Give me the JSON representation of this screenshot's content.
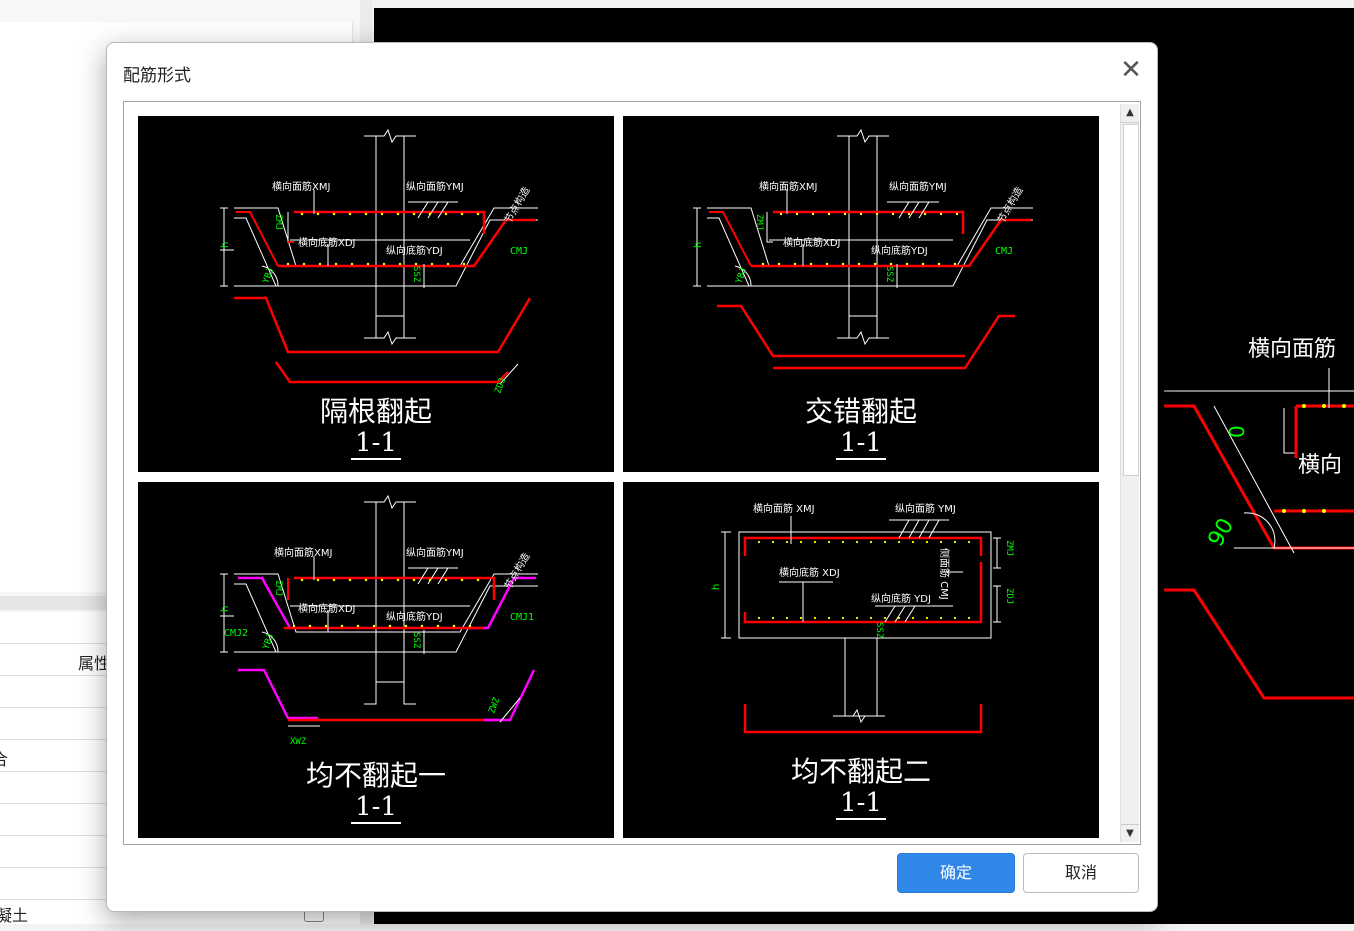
{
  "background": {
    "left_panel": {
      "col_header": "属性",
      "row_texts": [
        "合",
        "凝土"
      ]
    },
    "cad_canvas": {
      "labels": [
        "横向面筋",
        "横向",
        "0",
        "90"
      ]
    }
  },
  "dialog": {
    "title": "配筋形式",
    "options": [
      {
        "name": "隔根翻起",
        "section": "1-1",
        "labels": {
          "top_h": "横向面筋XMJ",
          "top_v": "纵向面筋YMJ",
          "bot_h": "横向底筋XDJ",
          "bot_v": "纵向底筋YDJ",
          "slope": "节点构造",
          "side": "CMJ",
          "h": "h",
          "zmj": "ZMJ",
          "zdj": "ZDJ",
          "ssz": "SSZ",
          "ang": "YBJ"
        }
      },
      {
        "name": "交错翻起",
        "section": "1-1",
        "labels": {
          "top_h": "横向面筋XMJ",
          "top_v": "纵向面筋YMJ",
          "bot_h": "横向底筋XDJ",
          "bot_v": "纵向底筋YDJ",
          "slope": "节点构造",
          "side": "CMJ",
          "h": "h",
          "zmj": "ZMJ",
          "ssz": "SSZ",
          "ang": "YBJ"
        }
      },
      {
        "name": "均不翻起一",
        "section": "1-1",
        "labels": {
          "top_h": "横向面筋XMJ",
          "top_v": "纵向面筋YMJ",
          "bot_h": "横向底筋XDJ",
          "bot_v": "纵向底筋YDJ",
          "slope": "节点构造",
          "side": "CMJ1",
          "side2": "CMJ2",
          "h": "h",
          "zmj": "ZMJ",
          "ssz": "SSZ",
          "ang": "YBJ",
          "xwz": "XWZ",
          "zwz": "ZWZ"
        }
      },
      {
        "name": "均不翻起二",
        "section": "1-1",
        "labels": {
          "top_h": "横向面筋 XMJ",
          "top_v": "纵向面筋 YMJ",
          "bot_h": "横向底筋 XDJ",
          "bot_v": "纵向底筋 YDJ",
          "side": "侧面筋 CMJ",
          "h": "h",
          "zmj": "ZMJ",
          "zdj": "ZDJ",
          "ssz": "SSZ"
        }
      }
    ],
    "buttons": {
      "ok": "确定",
      "cancel": "取消"
    }
  },
  "colors": {
    "rebar_red": "#ff0000",
    "magenta": "#ff00ff",
    "label_green": "#00ff00",
    "primary_blue": "#2f87e8"
  }
}
